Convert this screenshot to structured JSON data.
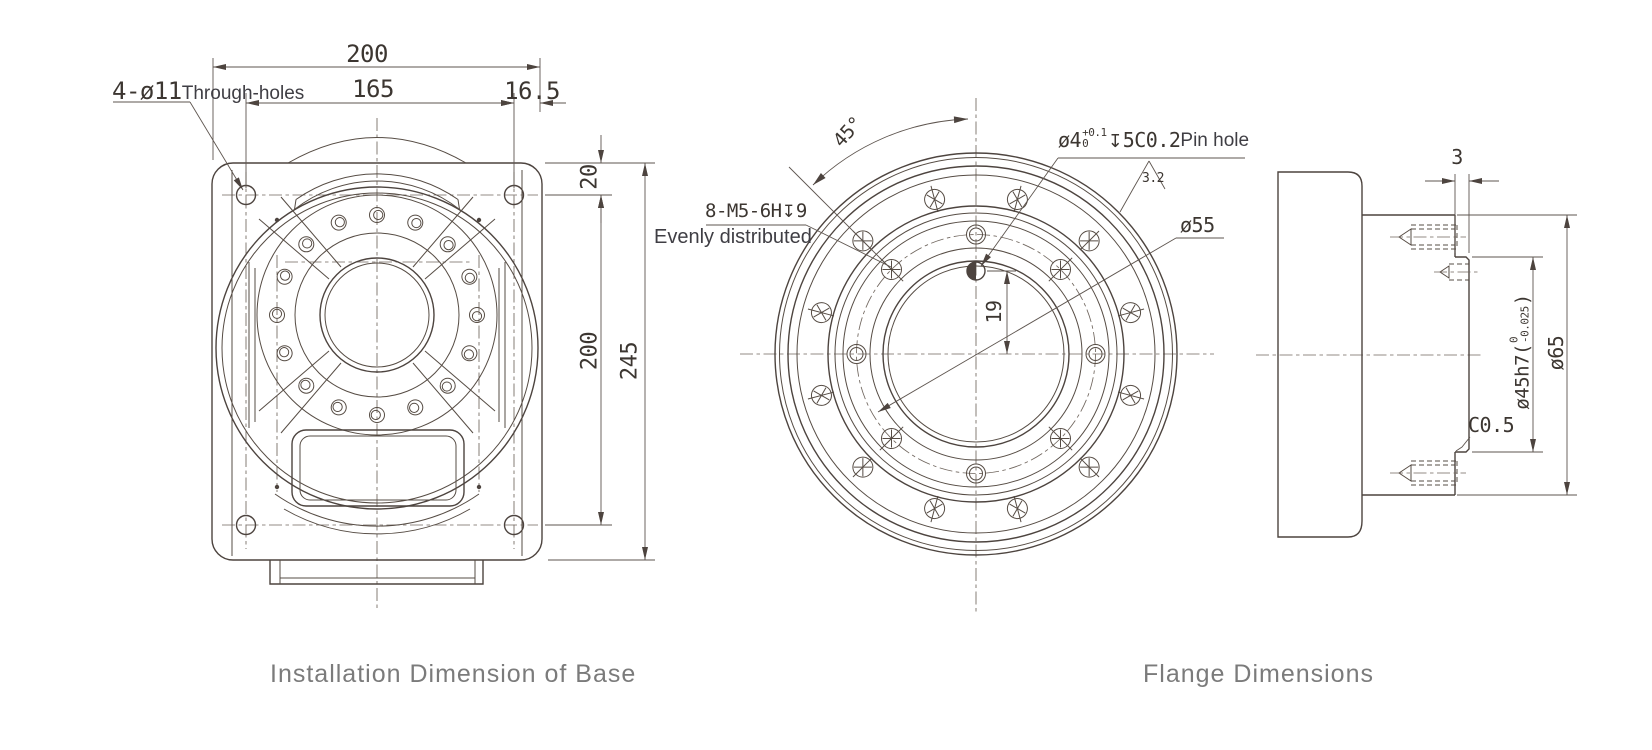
{
  "colors": {
    "line": "#4d443f",
    "dimension": "#5e554f",
    "caption_text": "#7b7b7b",
    "note_text": "#3f3e44"
  },
  "base_view": {
    "dim_total_width": "200",
    "dim_hole_spacing_horizontal": "165",
    "dim_edge_offset": "16.5",
    "holes_code": "4-ø11",
    "holes_text": "Through-holes",
    "dim_top_offset": "20",
    "dim_hole_spacing_vertical": "200",
    "dim_total_height": "245",
    "caption": "Installation Dimension of Base"
  },
  "flange_front": {
    "dim_angle": "45°",
    "thread_code": "8-M5-6H",
    "depth_symbol": "↧",
    "thread_depth": "9",
    "thread_note": "Evenly distributed",
    "pin_diameter": "ø4",
    "pin_tol_upper": "+0.1",
    "pin_tol_lower": "0",
    "pin_depth": "5",
    "pin_chamfer": "C0.2",
    "pin_text": "Pin hole",
    "surface_roughness": "3.2",
    "dim_bolt_circle": "ø55",
    "dim_pin_offset": "19"
  },
  "flange_side": {
    "dim_thickness": "3",
    "spigot_code": "ø45h7",
    "paren_open": "(",
    "spigot_tol_upper": "0",
    "spigot_tol_lower": "-0.025",
    "paren_close": ")",
    "dim_outer_diameter": "ø65",
    "chamfer_note": "C0.5",
    "caption": "Flange Dimensions"
  }
}
